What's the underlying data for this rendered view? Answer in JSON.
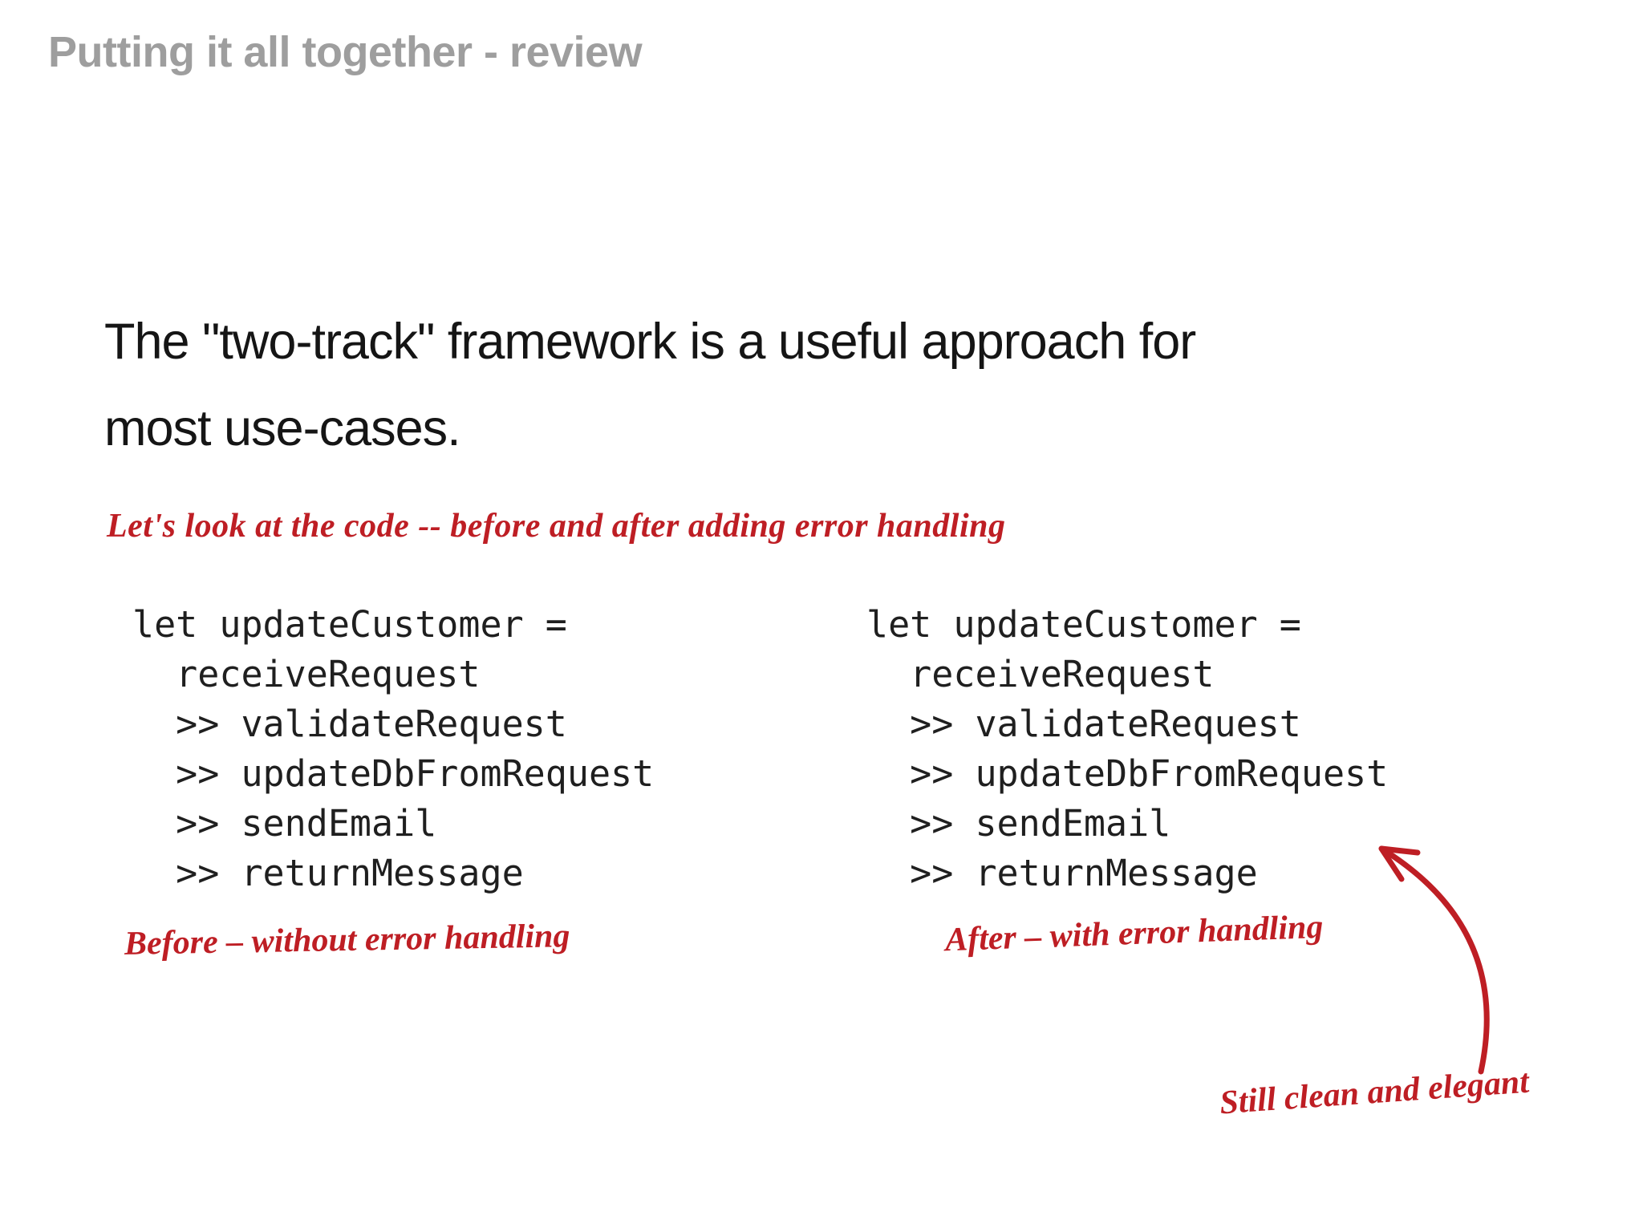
{
  "slide": {
    "title": "Putting it all together - review",
    "heading": {
      "line1": "The \"two-track\" framework is a useful approach for",
      "line2": "most use-cases."
    },
    "intro_note": "Let's look at the code -- before and after adding error handling",
    "code": {
      "lines": [
        "let updateCustomer =",
        "  receiveRequest",
        "  >> validateRequest",
        "  >> updateDbFromRequest",
        "  >> sendEmail",
        "  >> returnMessage"
      ]
    },
    "before_caption": "Before – without error handling",
    "after_caption": "After – with error handling",
    "arrow_note": "Still clean and elegant",
    "colors": {
      "accent_red": "#be1e24",
      "title_gray": "#9e9e9e",
      "text_black": "#151515",
      "background": "#ffffff"
    }
  }
}
